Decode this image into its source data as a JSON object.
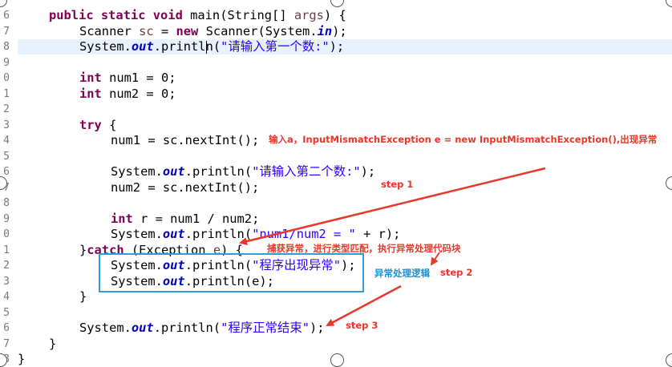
{
  "editor": {
    "line_numbers": [
      "6",
      "7",
      "8",
      "9",
      "0",
      "1",
      "2",
      "3",
      "4",
      "5",
      "6",
      "7",
      "8",
      "9",
      "0",
      "1",
      "2",
      "3",
      "4",
      "5",
      "6",
      "7",
      "8"
    ],
    "code": {
      "l1": {
        "kw1": "public",
        "kw2": "static",
        "kw3": "void",
        "rest": " main(String[] ",
        "param": "args",
        ") {": ") {"
      },
      "l2": {
        "a": "Scanner ",
        "var": "sc",
        " = ": " = ",
        "kw": "new",
        "b": " Scanner(System.",
        "fld": "in",
        "c": ");"
      },
      "l3": {
        "a": "System.",
        "fld": "out",
        "b": ".printl",
        "b2": "n(",
        "str": "\"请输入第一个数:\"",
        "c": ");"
      },
      "l4": {
        "kw": "int",
        "rest": " num1 = 0;"
      },
      "l5": {
        "kw": "int",
        "rest": " num2 = 0;"
      },
      "l6": {
        "kw": "try",
        "rest": " {"
      },
      "l7": {
        "rest": "num1 = sc.nextInt();"
      },
      "l8": {
        "a": "System.",
        "fld": "out",
        "b": ".println(",
        "str": "\"请输入第二个数:\"",
        "c": ");"
      },
      "l9": {
        "rest": "num2 = sc.nextInt();"
      },
      "l10": {
        "kw": "int",
        "rest": " r = num1 / num2;"
      },
      "l11": {
        "a": "System.",
        "fld": "out",
        "b": ".println(",
        "str": "\"num1/num2 = \"",
        "c": " + r);"
      },
      "l12": {
        "a": "}",
        "kw": "catch",
        "b": " (Exception ",
        "var": "e",
        ") {": ") {"
      },
      "l13": {
        "a": "System.",
        "fld": "out",
        "b": ".println(",
        "str": "\"程序出现异常\"",
        "c": ");"
      },
      "l14": {
        "a": "System.",
        "fld": "out",
        "b": ".println(e);"
      },
      "l15": {
        "rest": "}"
      },
      "l16": {
        "a": "System.",
        "fld": "out",
        "b": ".println(",
        "str": "\"程序正常结束\"",
        "c": ");"
      },
      "l17": {
        "rest": "}"
      },
      "l18": {
        "rest": "}"
      }
    }
  },
  "annotations": {
    "input_note": "输入a，InputMismatchException e = new InputMismatchException(),出现异常",
    "step1": "step 1",
    "catch_note": "捕获异常，进行类型匹配，执行异常处理代码块",
    "logic_note": "异常处理逻辑",
    "step2": "step 2",
    "step3": "step 3"
  },
  "colors": {
    "keyword": "#7f0055",
    "field": "#0000c0",
    "string": "#2a00ff",
    "annotation_red": "#e8372b",
    "annotation_blue": "#1f8fcf",
    "current_line": "#e8f2fe"
  }
}
